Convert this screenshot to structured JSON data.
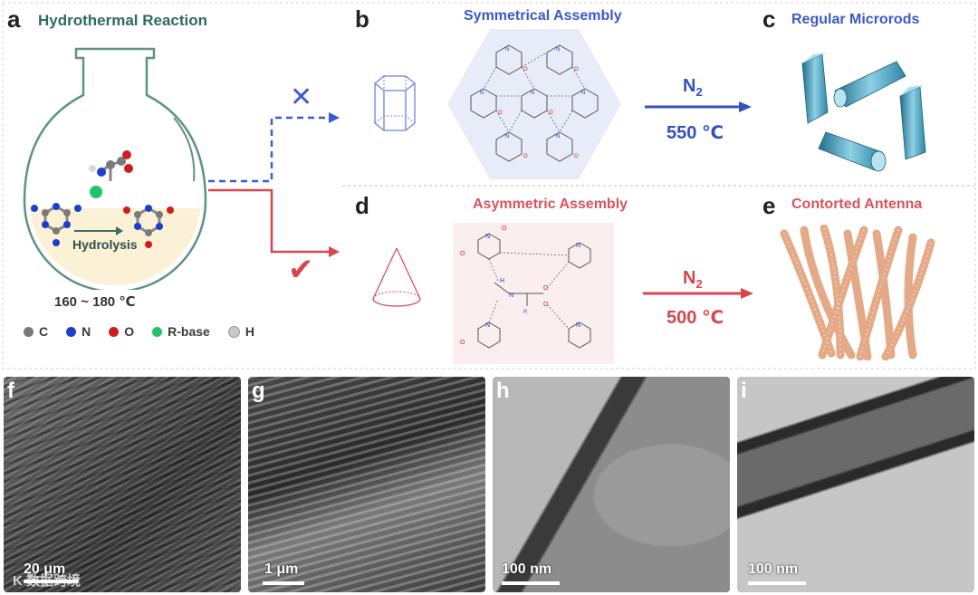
{
  "panels": {
    "a": {
      "letter": "a",
      "title": "Hydrothermal Reaction",
      "hydrolysis": "Hydrolysis",
      "temperature": "160 ~ 180 ℃"
    },
    "b": {
      "letter": "b",
      "title": "Symmetrical Assembly"
    },
    "c": {
      "letter": "c",
      "title": "Regular Microrods"
    },
    "d": {
      "letter": "d",
      "title": "Asymmetric Assembly"
    },
    "e": {
      "letter": "e",
      "title": "Contorted Antenna"
    }
  },
  "conditions": {
    "upper": {
      "gas": "N",
      "gas_sub": "2",
      "temperature": "550 ℃"
    },
    "lower": {
      "gas": "N",
      "gas_sub": "2",
      "temperature": "500 ℃"
    }
  },
  "legend": [
    {
      "label": "C",
      "color": "#7a7a7a"
    },
    {
      "label": "N",
      "color": "#1c3ecf"
    },
    {
      "label": "O",
      "color": "#d01c1c"
    },
    {
      "label": "R-base",
      "color": "#22c46a"
    },
    {
      "label": "H",
      "color": "#c8c8c8"
    }
  ],
  "micrographs": [
    {
      "letter": "f",
      "scale": "20 μm",
      "watermark": "K 数据跨境"
    },
    {
      "letter": "g",
      "scale": "1 μm"
    },
    {
      "letter": "h",
      "scale": "100 nm"
    },
    {
      "letter": "i",
      "scale": "100 nm"
    }
  ],
  "colors": {
    "blue_path": "#3b5bd0",
    "red_path": "#d8454f",
    "divider": "#bdbdbd"
  }
}
